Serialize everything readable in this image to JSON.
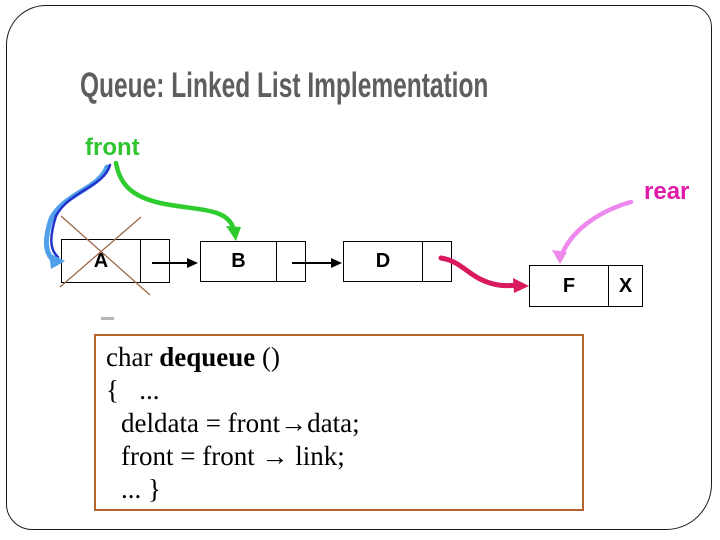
{
  "slide": {
    "title": "Queue: Linked List Implementation"
  },
  "pointers": {
    "front_label": "front",
    "rear_label": "rear"
  },
  "nodes": [
    {
      "data": "A",
      "pointer": "",
      "note": "crossed-out dequeued node"
    },
    {
      "data": "B",
      "pointer": ""
    },
    {
      "data": "D",
      "pointer": ""
    },
    {
      "data": "F",
      "pointer": "X"
    }
  ],
  "code": {
    "l1a": "char ",
    "l1b": "dequeue",
    "l1c": " ()",
    "l2": "{   ...",
    "l3a": "deldata = front",
    "l3_arrow": "→",
    "l3b": "data;",
    "l4a": "front = front ",
    "l4_arrow": "→",
    "l4b": " link;",
    "l5": "... }"
  },
  "colors": {
    "title_gray": "#5e5e5e",
    "front_green": "#2fc52f",
    "rear_magenta": "#e01ba8",
    "old_front_blue_dark": "#2233cc",
    "old_front_blue_light": "#4f9fea",
    "front_arrow_green": "#2ecc2e",
    "rear_arrow_pink": "#ee88ee",
    "d_to_f_crimson": "#d91a5e",
    "cross_brown": "#9b6a4a",
    "code_border_sienna": "#b5622d"
  }
}
